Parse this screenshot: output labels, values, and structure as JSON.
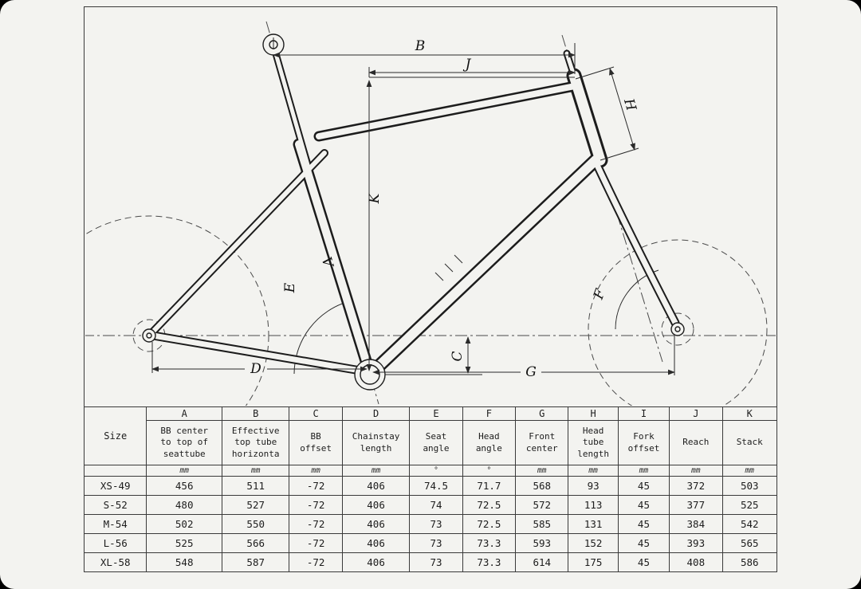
{
  "diagram": {
    "labels": {
      "A": "A",
      "B": "B",
      "C": "C",
      "D": "D",
      "E": "E",
      "F": "F",
      "G": "G",
      "H": "H",
      "J": "J",
      "K": "K"
    }
  },
  "table": {
    "size_header": "Size",
    "columns": [
      {
        "letter": "A",
        "desc": "BB center\nto top of\nseattube",
        "unit": "mm"
      },
      {
        "letter": "B",
        "desc": "Effective\ntop tube\nhorizonta",
        "unit": "mm"
      },
      {
        "letter": "C",
        "desc": "BB\noffset",
        "unit": "mm"
      },
      {
        "letter": "D",
        "desc": "Chainstay\nlength",
        "unit": "mm"
      },
      {
        "letter": "E",
        "desc": "Seat\nangle",
        "unit": "°"
      },
      {
        "letter": "F",
        "desc": "Head\nangle",
        "unit": "°"
      },
      {
        "letter": "G",
        "desc": "Front\ncenter",
        "unit": "mm"
      },
      {
        "letter": "H",
        "desc": "Head\ntube\nlength",
        "unit": "mm"
      },
      {
        "letter": "I",
        "desc": "Fork\noffset",
        "unit": "mm"
      },
      {
        "letter": "J",
        "desc": "Reach",
        "unit": "mm"
      },
      {
        "letter": "K",
        "desc": "Stack",
        "unit": "mm"
      }
    ],
    "rows": [
      {
        "size": "XS-49",
        "values": [
          "456",
          "511",
          "-72",
          "406",
          "74.5",
          "71.7",
          "568",
          "93",
          "45",
          "372",
          "503"
        ]
      },
      {
        "size": "S-52",
        "values": [
          "480",
          "527",
          "-72",
          "406",
          "74",
          "72.5",
          "572",
          "113",
          "45",
          "377",
          "525"
        ]
      },
      {
        "size": "M-54",
        "values": [
          "502",
          "550",
          "-72",
          "406",
          "73",
          "72.5",
          "585",
          "131",
          "45",
          "384",
          "542"
        ]
      },
      {
        "size": "L-56",
        "values": [
          "525",
          "566",
          "-72",
          "406",
          "73",
          "73.3",
          "593",
          "152",
          "45",
          "393",
          "565"
        ]
      },
      {
        "size": "XL-58",
        "values": [
          "548",
          "587",
          "-72",
          "406",
          "73",
          "73.3",
          "614",
          "175",
          "45",
          "408",
          "586"
        ]
      }
    ]
  }
}
